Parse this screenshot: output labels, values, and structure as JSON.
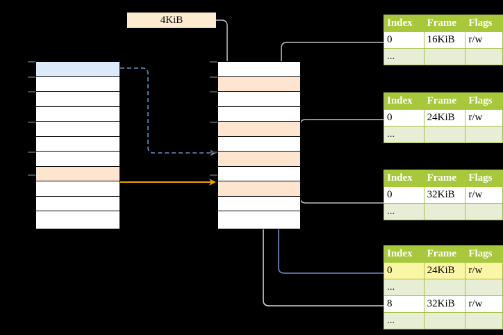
{
  "diagram": {
    "title": "page-table-walk-diagram",
    "background": "#000000",
    "colors": {
      "header_green": "#a8c83c",
      "row_pale_green": "#e8eed6",
      "highlight_peach": "#fde5cf",
      "highlight_blue": "#dce9f9",
      "highlight_yellow": "#fbf6a6",
      "label_peach": "#fdebd0",
      "orange_arrow": "#e8a200",
      "blue_arrow": "#6b8ec6",
      "gray_arrow": "#c0c0c0"
    }
  },
  "label": {
    "size_badge": "4KiB"
  },
  "virtual_column": {
    "name": "virtual-address-space-column",
    "row_count": 11,
    "rows": [
      {
        "index": 0,
        "highlight": "blue"
      },
      {
        "index": 1,
        "highlight": "none"
      },
      {
        "index": 2,
        "highlight": "none"
      },
      {
        "index": 3,
        "highlight": "none"
      },
      {
        "index": 4,
        "highlight": "none"
      },
      {
        "index": 5,
        "highlight": "none"
      },
      {
        "index": 6,
        "highlight": "none"
      },
      {
        "index": 7,
        "highlight": "peach"
      },
      {
        "index": 8,
        "highlight": "none"
      },
      {
        "index": 9,
        "highlight": "none"
      },
      {
        "index": 10,
        "highlight": "none"
      }
    ]
  },
  "physical_column": {
    "name": "physical-memory-column",
    "row_count": 11,
    "rows": [
      {
        "index": 0,
        "highlight": "none"
      },
      {
        "index": 1,
        "highlight": "peach"
      },
      {
        "index": 2,
        "highlight": "none"
      },
      {
        "index": 3,
        "highlight": "none"
      },
      {
        "index": 4,
        "highlight": "peach"
      },
      {
        "index": 5,
        "highlight": "none"
      },
      {
        "index": 6,
        "highlight": "peach"
      },
      {
        "index": 7,
        "highlight": "none"
      },
      {
        "index": 8,
        "highlight": "peach"
      },
      {
        "index": 9,
        "highlight": "none"
      },
      {
        "index": 10,
        "highlight": "none"
      },
      {
        "index": 11,
        "highlight": "none"
      }
    ]
  },
  "tables": [
    {
      "name": "page-table-level-1",
      "headers": [
        "Index",
        "Frame",
        "Flags"
      ],
      "rows": [
        {
          "cells": [
            "0",
            "16KiB",
            "r/w"
          ],
          "style": "normal",
          "highlight": []
        },
        {
          "cells": [
            "...",
            "",
            ""
          ],
          "style": "ellipsis",
          "highlight": []
        }
      ]
    },
    {
      "name": "page-table-level-2",
      "headers": [
        "Index",
        "Frame",
        "Flags"
      ],
      "rows": [
        {
          "cells": [
            "0",
            "24KiB",
            "r/w"
          ],
          "style": "normal",
          "highlight": []
        },
        {
          "cells": [
            "...",
            "",
            ""
          ],
          "style": "ellipsis",
          "highlight": []
        }
      ]
    },
    {
      "name": "page-table-level-3",
      "headers": [
        "Index",
        "Frame",
        "Flags"
      ],
      "rows": [
        {
          "cells": [
            "0",
            "32KiB",
            "r/w"
          ],
          "style": "normal",
          "highlight": []
        },
        {
          "cells": [
            "...",
            "",
            ""
          ],
          "style": "ellipsis",
          "highlight": []
        }
      ]
    },
    {
      "name": "page-table-level-4",
      "headers": [
        "Index",
        "Frame",
        "Flags"
      ],
      "rows": [
        {
          "cells": [
            "0",
            "24KiB",
            "r/w"
          ],
          "style": "normal",
          "highlight": [
            0,
            1,
            2
          ]
        },
        {
          "cells": [
            "...",
            "",
            ""
          ],
          "style": "ellipsis",
          "highlight": []
        },
        {
          "cells": [
            "8",
            "32KiB",
            "r/w"
          ],
          "style": "normal",
          "highlight": []
        },
        {
          "cells": [
            "...",
            "",
            ""
          ],
          "style": "ellipsis",
          "highlight": []
        }
      ]
    }
  ]
}
